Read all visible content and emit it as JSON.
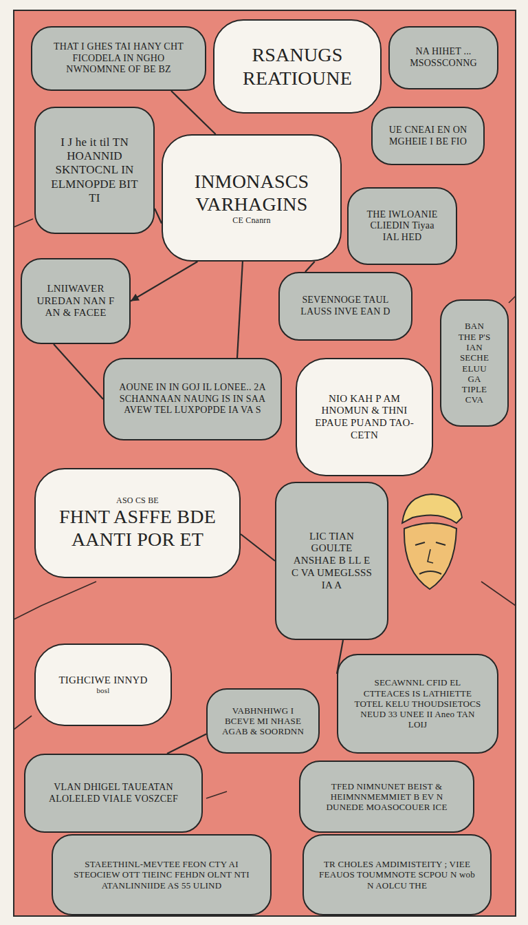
{
  "diagram": {
    "nodes": [
      {
        "text": [
          "THAT I GHES TAI HANY CHT FICODELA IN NGHO NWNOMNNE OF BE BZ"
        ]
      },
      {
        "text": [
          "RSANUGS REATIOUNE"
        ]
      },
      {
        "text": [
          "NA HIHET ... MSOSSCONNG"
        ]
      },
      {
        "text": [
          "I J he it til TN HOANNID SKNTOCNL IN ELMNOPDE BIT TI"
        ]
      },
      {
        "text": [
          "INMONASCS VARHAGINS",
          "CE Cnanrn"
        ]
      },
      {
        "text": [
          "UE CNEAI EN ON MGHEIE I BE FIO"
        ]
      },
      {
        "text": [
          "THE IWLOANIE CLIEDIN Tiyaa IAL HED"
        ]
      },
      {
        "text": [
          "LNIIWAVER UREDAN NAN F AN & FACEE"
        ]
      },
      {
        "text": [
          "SEVENNOGE TAUL LAUSS INVE EAN D"
        ]
      },
      {
        "text": [
          "BAN THE P'S IAN SECHE ELUU GA TIPLE CVA"
        ]
      },
      {
        "text": [
          "AOUNE IN IN GOJ IL LONEE.. 2A SCHANNAAN NAUNG IS IN SAA AVEW TEL LUXPOPDE IA VA S"
        ]
      },
      {
        "text": [
          "NIO KAH P AM HNOMUN & THNI EPAUE PUAND TAO-CETN"
        ]
      },
      {
        "text": [
          "ASO CS BE",
          "FHNT ASFFE BDE AANTI POR ET"
        ]
      },
      {
        "text": [
          "LIC TIAN GOULTE ANSHAE B LL E C VA UMEGLSSS IA A"
        ]
      },
      {
        "text": [
          "TIGHCIWE INNYD",
          "bosl"
        ]
      },
      {
        "text": [
          "SECAWNNL CFID EL CTTEACES IS LATHIETTE TOTEL KELU THOUDSIETOCS NEUD 33 UNEE II Aneo TAN LOIJ"
        ]
      },
      {
        "text": [
          "VABHNHIWG I BCEVE MI NHASE AGAB & SOORDNN"
        ]
      },
      {
        "text": [
          "VLAN DHIGEL TAUEATAN ALOLELED VIALE VOSZCEF"
        ]
      },
      {
        "text": [
          "TFED NIMNUNET BEIST & HEIMNNMEMMIET B EV N DUNEDE MOASOCOUER ICE"
        ]
      },
      {
        "text": [
          "STAEETHINL-MEVTEE FEON CTY AI STEOCIEW OTT TIEINC FEHDN OLNT NTI ATANLINNIIDE AS 55 ULIND"
        ]
      },
      {
        "text": [
          "TR CHOLES AMDIMISTEITY ; VIEE FEAUOS TOUMMNOTE SCPOU N wob N AOLCU THE"
        ]
      }
    ],
    "edges": [
      {
        "from": 0,
        "to": 4,
        "arrow": "none"
      },
      {
        "from": 3,
        "to": 4,
        "arrow": "none"
      },
      {
        "from": 4,
        "to": 7,
        "arrow": "to"
      },
      {
        "from": 4,
        "to": 10,
        "arrow": "none"
      },
      {
        "from": 4,
        "to": 8,
        "arrow": "none"
      },
      {
        "from": 10,
        "to": 7,
        "arrow": "none"
      },
      {
        "from": 12,
        "to": 13,
        "arrow": "none"
      },
      {
        "from": 13,
        "to": 15,
        "arrow": "none"
      },
      {
        "from": 16,
        "to": 17,
        "arrow": "none"
      }
    ]
  }
}
